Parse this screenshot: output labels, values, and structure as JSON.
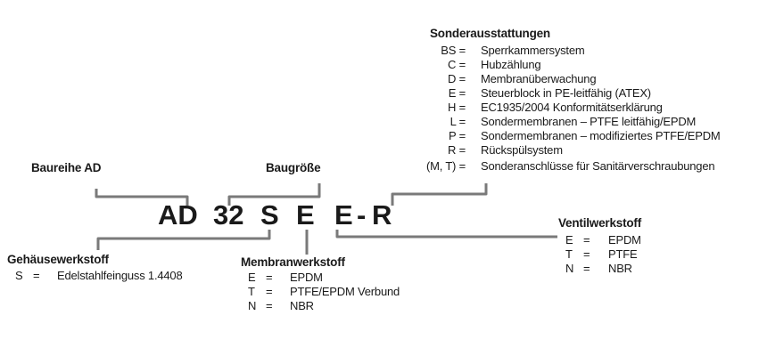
{
  "code": {
    "series": "AD",
    "size": "32",
    "housing": "S",
    "membrane": "E",
    "valve": "E",
    "dash": "-",
    "option": "R"
  },
  "labels": {
    "series": "Baureihe AD",
    "size": "Baugröße"
  },
  "special": {
    "title": "Sonderausstattungen",
    "items": [
      {
        "key": "BS =",
        "value": "Sperrkammersystem"
      },
      {
        "key": "C =",
        "value": "Hubzählung"
      },
      {
        "key": "D =",
        "value": "Membranüberwachung"
      },
      {
        "key": "E =",
        "value": "Steuerblock in PE-leitfähig (ATEX)"
      },
      {
        "key": "H =",
        "value": "EC1935/2004 Konformitätserklärung"
      },
      {
        "key": "L =",
        "value": "Sondermembranen – PTFE leitfähig/EPDM"
      },
      {
        "key": "P =",
        "value": "Sondermembranen – modifiziertes PTFE/EPDM"
      },
      {
        "key": "R =",
        "value": "Rückspülsystem"
      },
      {
        "key": "(M, T) =",
        "value": "Sonderanschlüsse für Sanitärverschraubungen"
      }
    ]
  },
  "housing": {
    "title": "Gehäusewerkstoff",
    "items": [
      {
        "key": "S",
        "eq": "=",
        "value": "Edelstahlfeinguss 1.4408"
      }
    ]
  },
  "membrane": {
    "title": "Membranwerkstoff",
    "items": [
      {
        "key": "E",
        "eq": "=",
        "value": "EPDM"
      },
      {
        "key": "T",
        "eq": "=",
        "value": "PTFE/EPDM Verbund"
      },
      {
        "key": "N",
        "eq": "=",
        "value": "NBR"
      }
    ]
  },
  "valve": {
    "title": "Ventilwerkstoff",
    "items": [
      {
        "key": "E",
        "eq": "=",
        "value": "EPDM"
      },
      {
        "key": "T",
        "eq": "=",
        "value": "PTFE"
      },
      {
        "key": "N",
        "eq": "=",
        "value": "NBR"
      }
    ]
  },
  "colors": {
    "line": "#7a7a7a",
    "text": "#1a1a1a"
  }
}
